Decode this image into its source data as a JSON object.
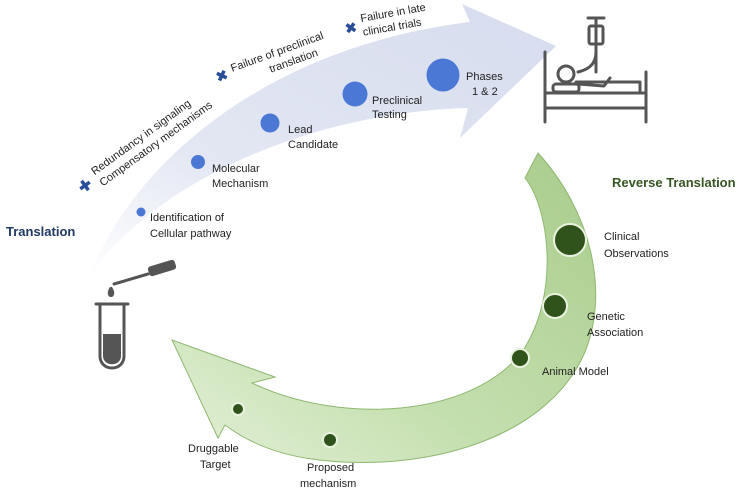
{
  "translation": {
    "heading": "Translation",
    "color": "#1f3864",
    "arrow_color": "#dde2f1",
    "dot_color": "#4a78d4",
    "steps": [
      {
        "line1": "Identification of",
        "line2": "Cellular pathway"
      },
      {
        "line1": "Molecular",
        "line2": "Mechanism"
      },
      {
        "line1": "Lead",
        "line2": "Candidate"
      },
      {
        "line1": "Preclinical",
        "line2": "Testing"
      },
      {
        "line1": "Phases",
        "line2": "1 & 2"
      }
    ],
    "failures": [
      {
        "line1": "Redundancy in signaling",
        "line2": "Compensatory mechanisms"
      },
      {
        "line1": "Failure of preclinical",
        "line2": "translation"
      },
      {
        "line1": "Failure in late",
        "line2": "clinical trials"
      }
    ],
    "failure_marker_color": "#2a4d9a"
  },
  "reverse_translation": {
    "heading": "Reverse Translation",
    "color": "#375623",
    "arrow_fill": "#c5dfae",
    "arrow_stroke": "#8fb870",
    "dot_color": "#2f531b",
    "steps": [
      {
        "line1": "Clinical",
        "line2": "Observations"
      },
      {
        "line1": "Genetic",
        "line2": "Association"
      },
      {
        "line1": "Animal Model",
        "line2": ""
      },
      {
        "line1": "Proposed",
        "line2": "mechanism"
      },
      {
        "line1": "Druggable",
        "line2": "Target"
      }
    ]
  },
  "icons": {
    "hospital_bed": "hospital-bed-icon",
    "test_tube": "test-tube-pipette-icon",
    "icon_color": "#555555"
  }
}
